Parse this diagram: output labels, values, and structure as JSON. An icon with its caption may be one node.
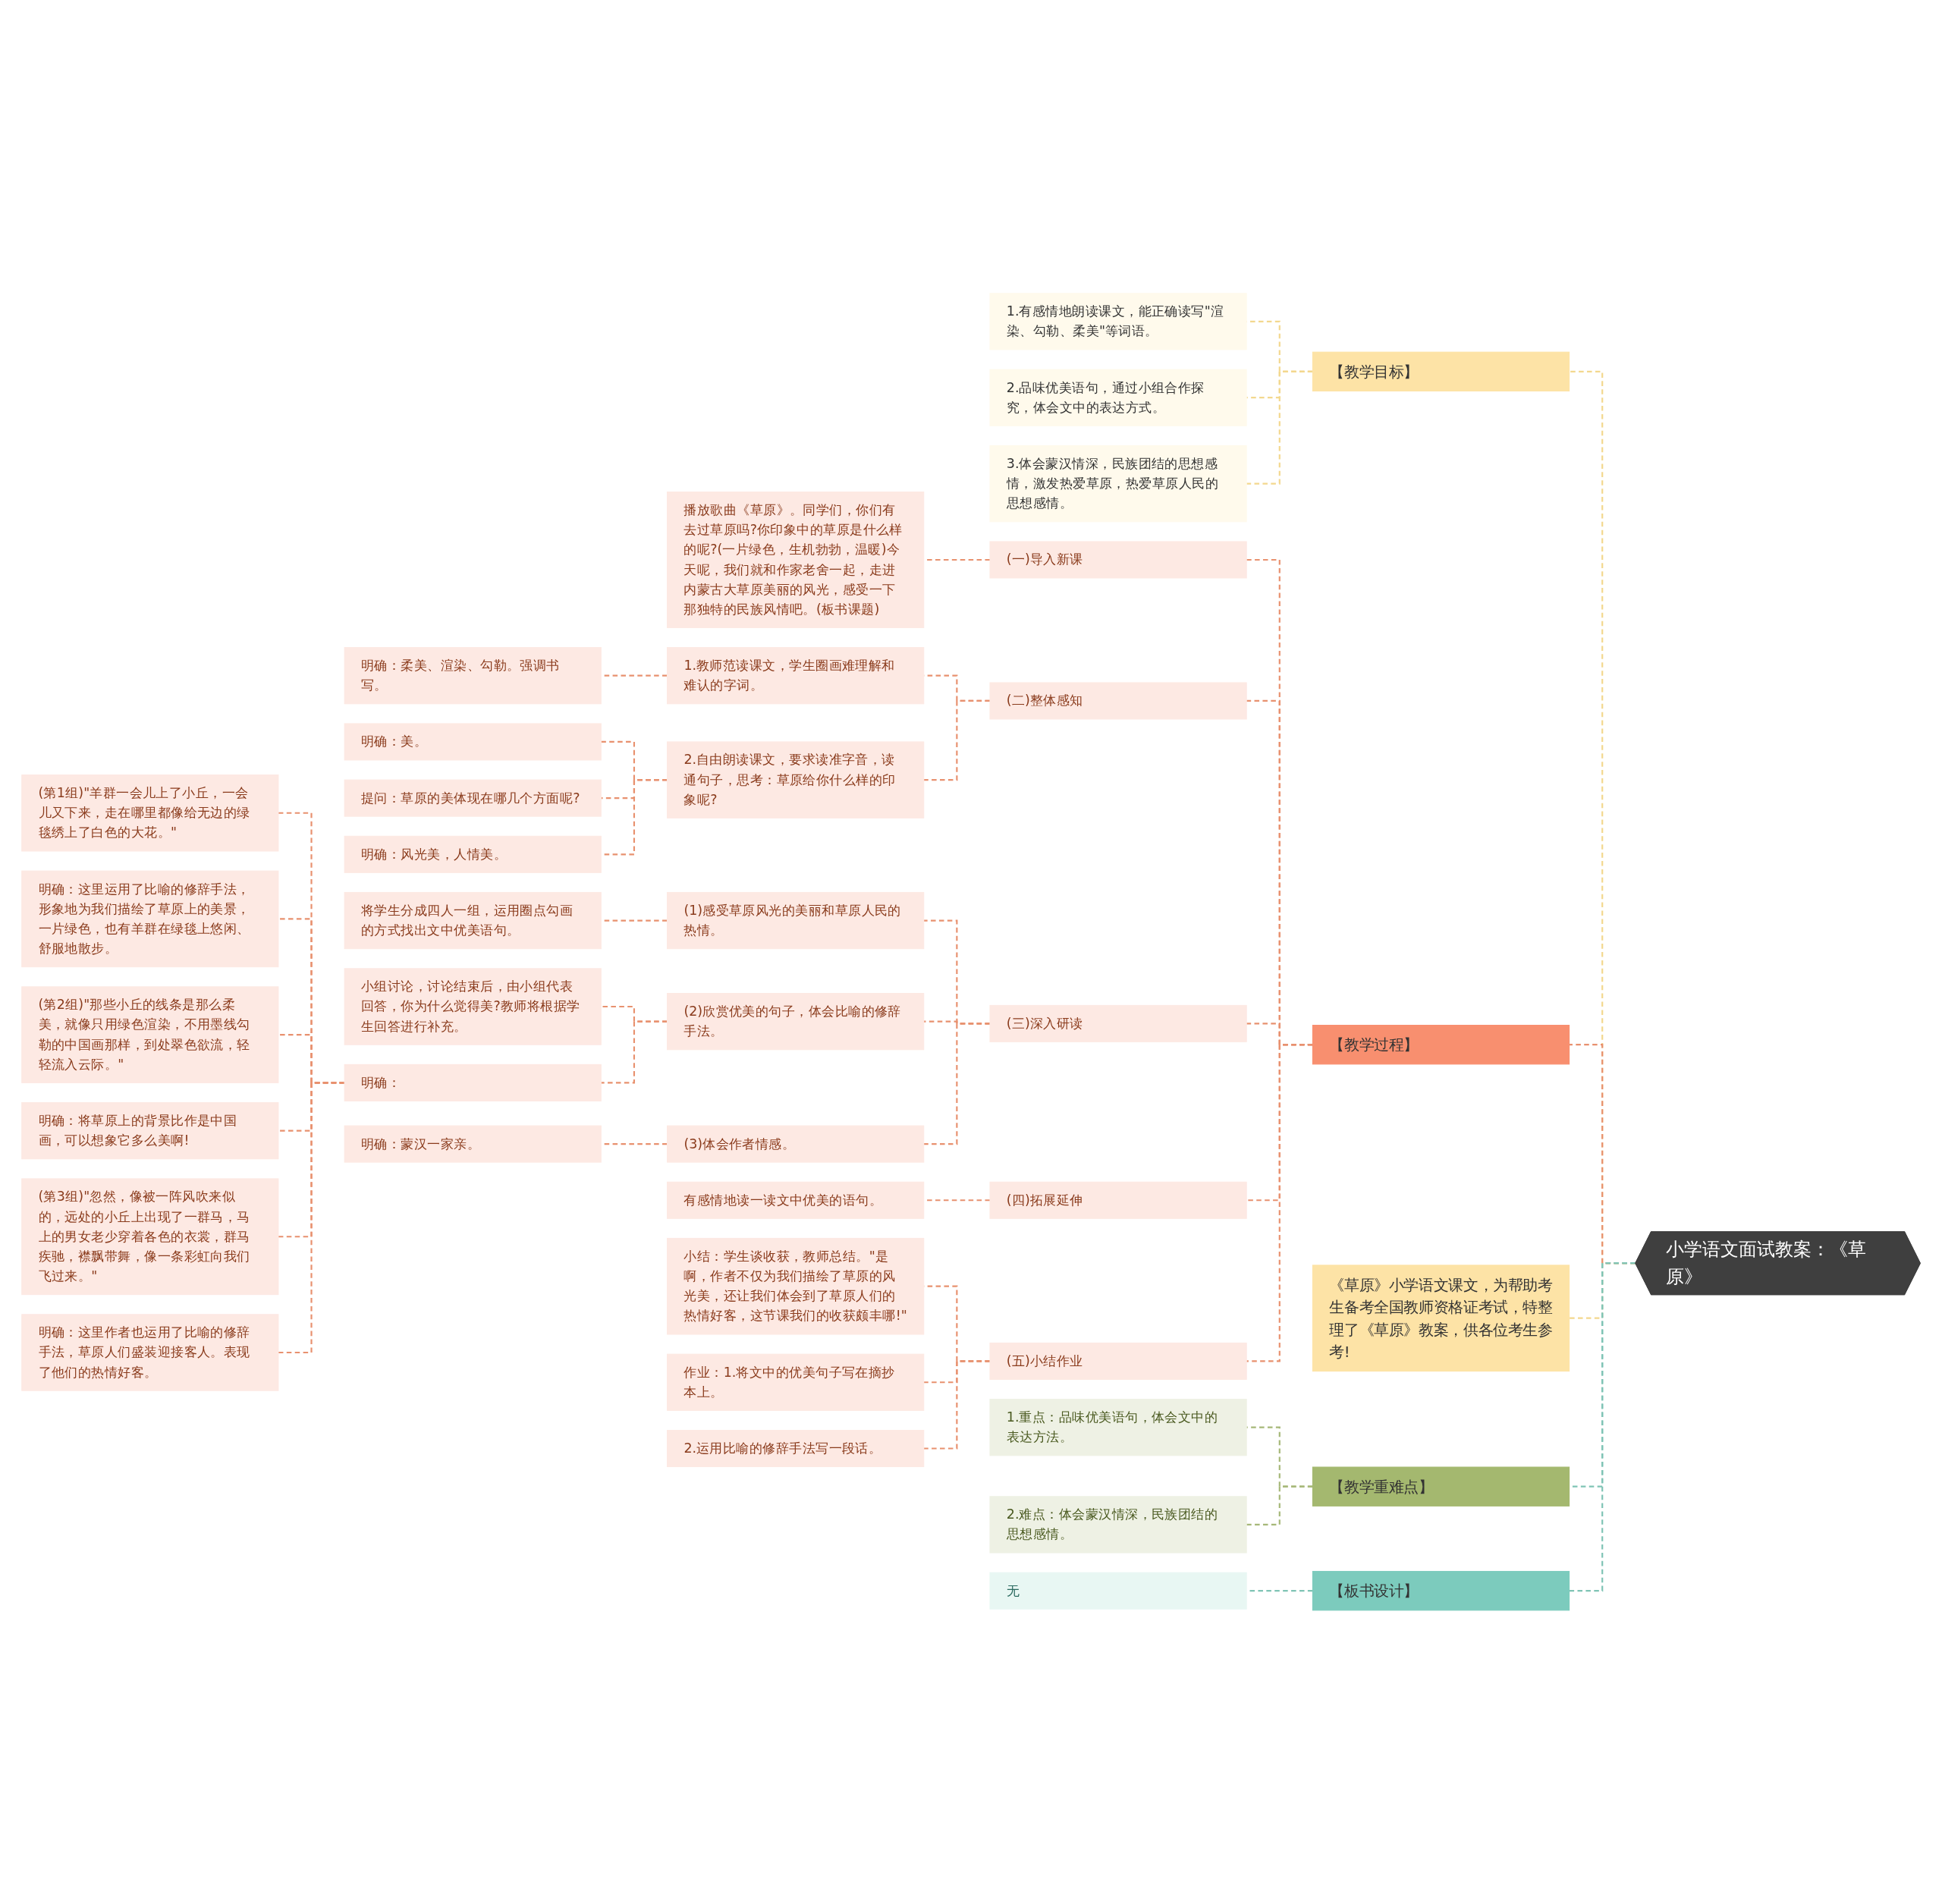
{
  "diagram": {
    "nodes": [
      {
        "text": [
          "小学语文面试教案：《草原》"
        ]
      },
      {
        "text": [
          "【教学目标】"
        ]
      },
      {
        "text": [
          "1.有感情地朗读课文，能正确读写\"渲染、勾勒、柔美\"等词语。"
        ]
      },
      {
        "text": [
          "2.品味优美语句，通过小组合作探究，体会文中的表达方式。"
        ]
      },
      {
        "text": [
          "3.体会蒙汉情深，民族团结的思想感情，激发热爱草原，热爱草原人民的思想感情。"
        ]
      },
      {
        "text": [
          "【教学过程】"
        ]
      },
      {
        "text": [
          "(一)导入新课"
        ]
      },
      {
        "text": [
          "播放歌曲《草原》。同学们，你们有去过草原吗?你印象中的草原是什么样的呢?(一片绿色，生机勃勃，温暖)今天呢，我们就和作家老舍一起，走进内蒙古大草原美丽的风光，感受一下那独特的民族风情吧。(板书课题)"
        ]
      },
      {
        "text": [
          "(二)整体感知"
        ]
      },
      {
        "text": [
          "1.教师范读课文，学生圈画难理解和难认的字词。"
        ]
      },
      {
        "text": [
          "明确：柔美、渲染、勾勒。强调书写。"
        ]
      },
      {
        "text": [
          "2.自由朗读课文，要求读准字音，读通句子，思考：草原给你什么样的印象呢?"
        ]
      },
      {
        "text": [
          "明确：美。"
        ]
      },
      {
        "text": [
          "提问：草原的美体现在哪几个方面呢?"
        ]
      },
      {
        "text": [
          "明确：风光美，人情美。"
        ]
      },
      {
        "text": [
          "(三)深入研读"
        ]
      },
      {
        "text": [
          "(1)感受草原风光的美丽和草原人民的热情。"
        ]
      },
      {
        "text": [
          "将学生分成四人一组，运用圈点勾画的方式找出文中优美语句。"
        ]
      },
      {
        "text": [
          "(2)欣赏优美的句子，体会比喻的修辞手法。"
        ]
      },
      {
        "text": [
          "小组讨论，讨论结束后，由小组代表回答，你为什么觉得美?教师将根据学生回答进行补充。"
        ]
      },
      {
        "text": [
          "明确："
        ]
      },
      {
        "text": [
          "(第1组)\"羊群一会儿上了小丘，一会儿又下来，走在哪里都像给无边的绿毯绣上了白色的大花。\""
        ]
      },
      {
        "text": [
          "明确：这里运用了比喻的修辞手法，形象地为我们描绘了草原上的美景，一片绿色，也有羊群在绿毯上悠闲、舒服地散步。"
        ]
      },
      {
        "text": [
          "(第2组)\"那些小丘的线条是那么柔美，就像只用绿色渲染，不用墨线勾勒的中国画那样，到处翠色欲流，轻轻流入云际。\""
        ]
      },
      {
        "text": [
          "明确：将草原上的背景比作是中国画，可以想象它多么美啊!"
        ]
      },
      {
        "text": [
          "(第3组)\"忽然，像被一阵风吹来似的，远处的小丘上出现了一群马，马上的男女老少穿着各色的衣裳，群马疾驰，襟飘带舞，像一条彩虹向我们飞过来。\""
        ]
      },
      {
        "text": [
          "明确：这里作者也运用了比喻的修辞手法，草原人们盛装迎接客人。表现了他们的热情好客。"
        ]
      },
      {
        "text": [
          "(3)体会作者情感。"
        ]
      },
      {
        "text": [
          "明确：蒙汉一家亲。"
        ]
      },
      {
        "text": [
          "(四)拓展延伸"
        ]
      },
      {
        "text": [
          "有感情地读一读文中优美的语句。"
        ]
      },
      {
        "text": [
          "(五)小结作业"
        ]
      },
      {
        "text": [
          "小结：学生谈收获，教师总结。\"是啊，作者不仅为我们描绘了草原的风光美，还让我们体会到了草原人们的热情好客，这节课我们的收获颇丰哪!\""
        ]
      },
      {
        "text": [
          "作业：1.将文中的优美句子写在摘抄本上。"
        ]
      },
      {
        "text": [
          "2.运用比喻的修辞手法写一段话。"
        ]
      },
      {
        "text": [
          "《草原》小学语文课文，为帮助考生备考全国教师资格证考试，特整理了《草原》教案，供各位考生参考!"
        ]
      },
      {
        "text": [
          "【教学重难点】"
        ]
      },
      {
        "text": [
          "1.重点：品味优美语句，体会文中的表达方法。"
        ]
      },
      {
        "text": [
          "2.难点：体会蒙汉情深，民族团结的思想感情。"
        ]
      },
      {
        "text": [
          "【板书设计】"
        ]
      },
      {
        "text": [
          "无"
        ]
      }
    ],
    "edges": [
      {
        "from": 0,
        "to": 1,
        "arrow": "none",
        "style": "dashed",
        "color": "#f3d88e"
      },
      {
        "from": 1,
        "to": 2,
        "arrow": "none",
        "style": "dashed",
        "color": "#f3d88e"
      },
      {
        "from": 1,
        "to": 3,
        "arrow": "none",
        "style": "dashed",
        "color": "#f3d88e"
      },
      {
        "from": 1,
        "to": 4,
        "arrow": "none",
        "style": "dashed",
        "color": "#f3d88e"
      },
      {
        "from": 0,
        "to": 5,
        "arrow": "none",
        "style": "dashed"
      },
      {
        "from": 5,
        "to": 6,
        "arrow": "none",
        "style": "dashed"
      },
      {
        "from": 6,
        "to": 7,
        "arrow": "none",
        "style": "dashed"
      },
      {
        "from": 5,
        "to": 8,
        "arrow": "none",
        "style": "dashed"
      },
      {
        "from": 8,
        "to": 9,
        "arrow": "none",
        "style": "dashed"
      },
      {
        "from": 9,
        "to": 10,
        "arrow": "none",
        "style": "dashed"
      },
      {
        "from": 8,
        "to": 11,
        "arrow": "none",
        "style": "dashed"
      },
      {
        "from": 11,
        "to": 12,
        "arrow": "none",
        "style": "dashed"
      },
      {
        "from": 11,
        "to": 13,
        "arrow": "none",
        "style": "dashed"
      },
      {
        "from": 11,
        "to": 14,
        "arrow": "none",
        "style": "dashed"
      },
      {
        "from": 5,
        "to": 15,
        "arrow": "none",
        "style": "dashed"
      },
      {
        "from": 15,
        "to": 16,
        "arrow": "none",
        "style": "dashed"
      },
      {
        "from": 16,
        "to": 17,
        "arrow": "none",
        "style": "dashed"
      },
      {
        "from": 15,
        "to": 18,
        "arrow": "none",
        "style": "dashed"
      },
      {
        "from": 18,
        "to": 19,
        "arrow": "none",
        "style": "dashed"
      },
      {
        "from": 18,
        "to": 20,
        "arrow": "none",
        "style": "dashed"
      },
      {
        "from": 20,
        "to": 21,
        "arrow": "none",
        "style": "dashed"
      },
      {
        "from": 20,
        "to": 22,
        "arrow": "none",
        "style": "dashed"
      },
      {
        "from": 20,
        "to": 23,
        "arrow": "none",
        "style": "dashed"
      },
      {
        "from": 20,
        "to": 24,
        "arrow": "none",
        "style": "dashed"
      },
      {
        "from": 20,
        "to": 25,
        "arrow": "none",
        "style": "dashed"
      },
      {
        "from": 20,
        "to": 26,
        "arrow": "none",
        "style": "dashed"
      },
      {
        "from": 15,
        "to": 27,
        "arrow": "none",
        "style": "dashed"
      },
      {
        "from": 27,
        "to": 28,
        "arrow": "none",
        "style": "dashed"
      },
      {
        "from": 5,
        "to": 29,
        "arrow": "none",
        "style": "dashed"
      },
      {
        "from": 29,
        "to": 30,
        "arrow": "none",
        "style": "dashed"
      },
      {
        "from": 5,
        "to": 31,
        "arrow": "none",
        "style": "dashed"
      },
      {
        "from": 31,
        "to": 32,
        "arrow": "none",
        "style": "dashed"
      },
      {
        "from": 31,
        "to": 33,
        "arrow": "none",
        "style": "dashed"
      },
      {
        "from": 31,
        "to": 34,
        "arrow": "none",
        "style": "dashed"
      },
      {
        "from": 0,
        "to": 35,
        "arrow": "none",
        "style": "dashed",
        "color": "#f3d88e"
      },
      {
        "from": 0,
        "to": 36,
        "arrow": "none",
        "style": "dashed",
        "color": "#7fc4b5"
      },
      {
        "from": 36,
        "to": 37,
        "arrow": "none",
        "style": "dashed",
        "color": "#a6b878"
      },
      {
        "from": 36,
        "to": 38,
        "arrow": "none",
        "style": "dashed",
        "color": "#a6b878"
      },
      {
        "from": 0,
        "to": 39,
        "arrow": "none",
        "style": "dashed",
        "color": "#7fc4b5"
      },
      {
        "from": 39,
        "to": 40,
        "arrow": "none",
        "style": "dashed",
        "color": "#7fc4b5"
      }
    ]
  }
}
